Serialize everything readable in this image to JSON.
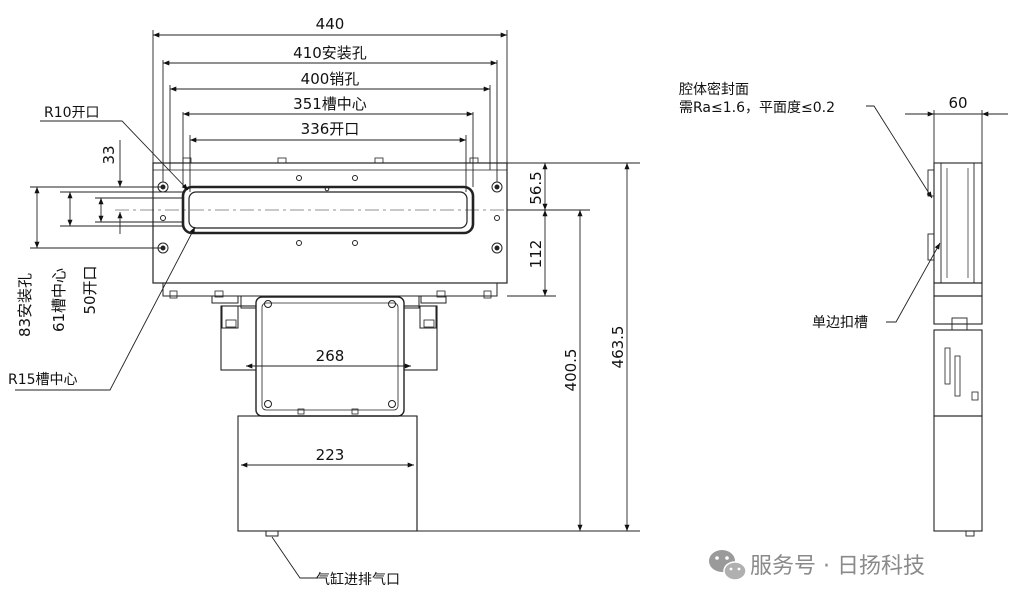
{
  "drawing": {
    "dims": {
      "w440": "440",
      "w410": "410安装孔",
      "w400": "400销孔",
      "w351": "351槽中心",
      "w336": "336开口",
      "w268": "268",
      "w223": "223",
      "h33": "33",
      "h56_5": "56.5",
      "h112": "112",
      "h400_5": "400.5",
      "h463_5": "463.5",
      "v83": "83安装孔",
      "v61": "61槽中心",
      "v50": "50开口",
      "side_w60": "60"
    },
    "labels": {
      "r10": "R10开口",
      "r15": "R15槽中心",
      "cylinder_port": "气缸进排气口",
      "seal_face_line1": "腔体密封面",
      "seal_face_line2": "需Ra≤1.6，平面度≤0.2",
      "single_groove": "单边扣槽"
    }
  },
  "watermark": {
    "text": "服务号 · 日扬科技",
    "icon": "wechat-icon"
  },
  "colors": {
    "line": "#222222",
    "thin": "#444444",
    "watermark": "#8a8a8a"
  }
}
